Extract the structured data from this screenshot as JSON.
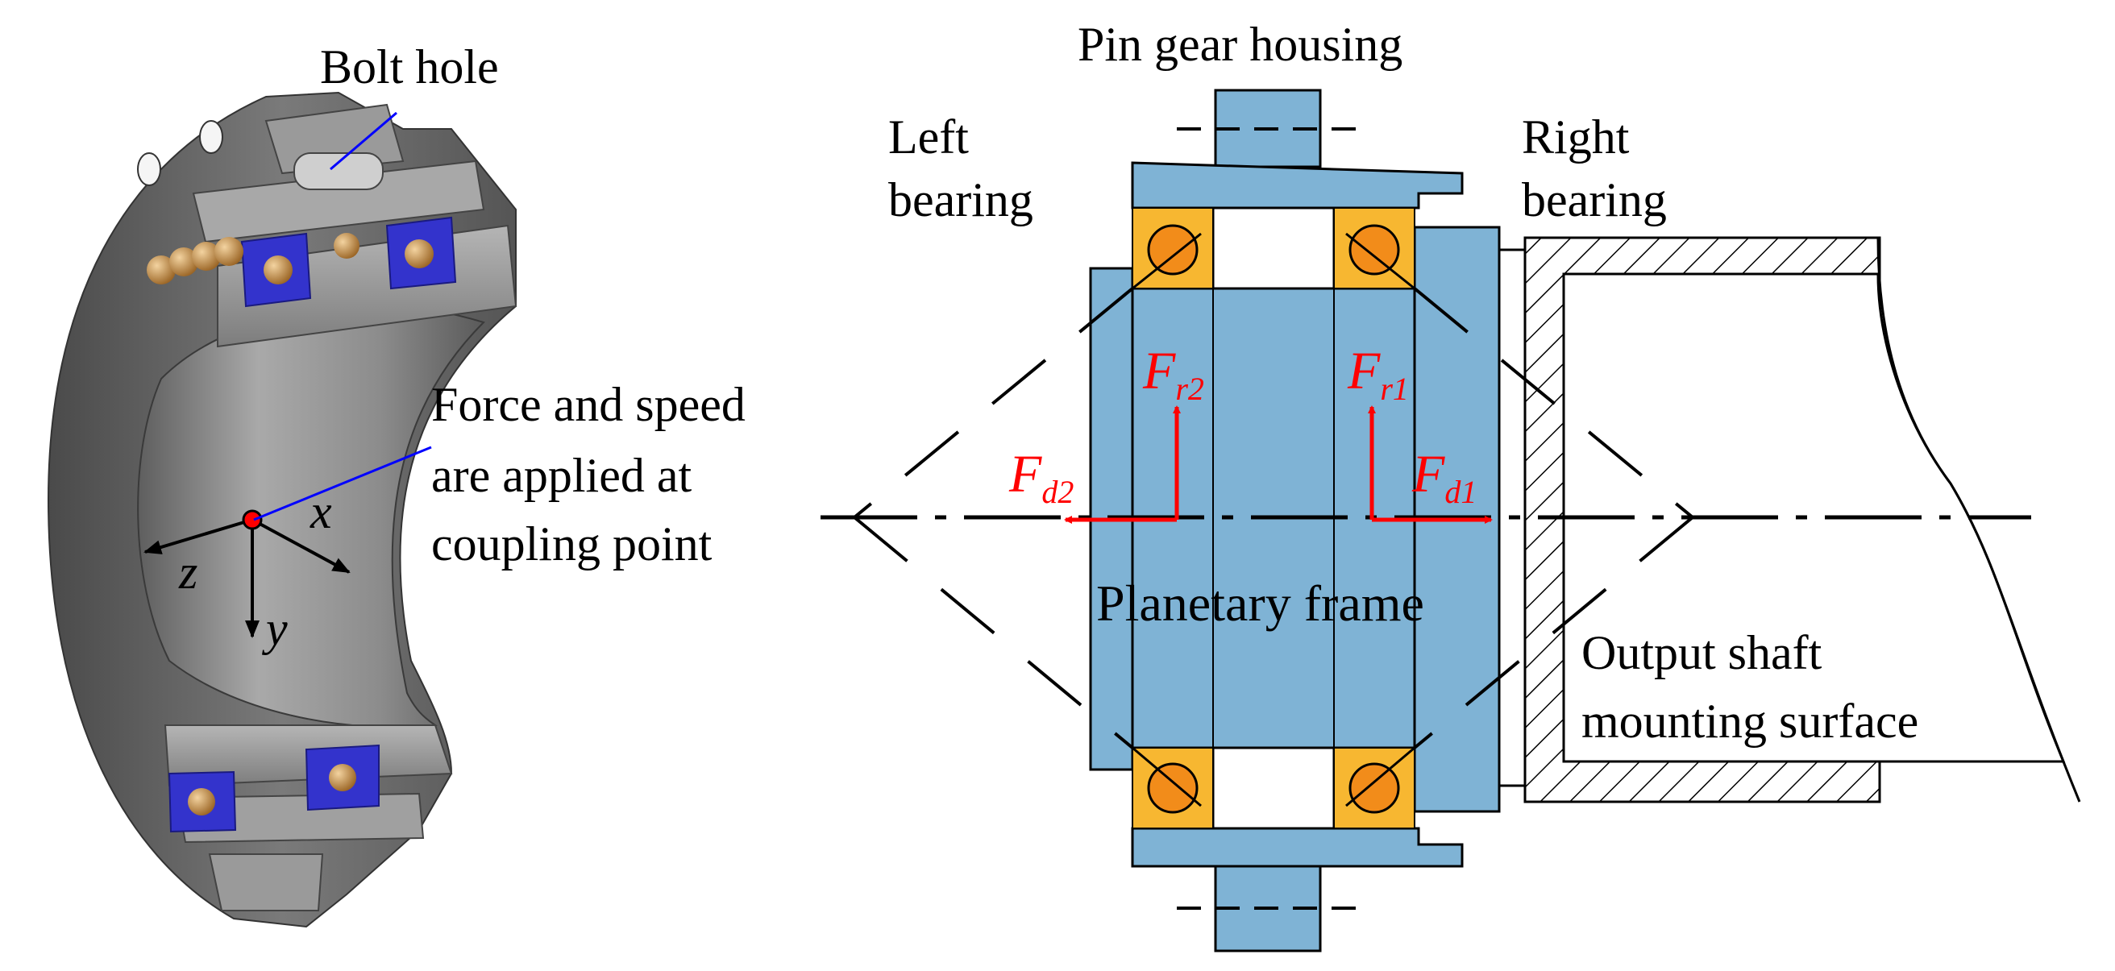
{
  "labels": {
    "bolt_hole": "Bolt hole",
    "force_speed_line1": "Force and speed",
    "force_speed_line2": "are applied at",
    "force_speed_line3": "coupling point",
    "axis_x": "x",
    "axis_y": "y",
    "axis_z": "z",
    "pin_gear_housing": "Pin gear housing",
    "left_bearing_line1": "Left",
    "left_bearing_line2": "bearing",
    "right_bearing_line1": "Right",
    "right_bearing_line2": "bearing",
    "planetary_frame": "Planetary frame",
    "output_shaft_line1": "Output shaft",
    "output_shaft_line2": "mounting surface",
    "force_letter": "F",
    "fr2_sub": "r2",
    "fr1_sub": "r1",
    "fd2_sub": "d2",
    "fd1_sub": "d1"
  },
  "colors": {
    "housing_blue": "#7fb3d5",
    "bearing_orange": "#f28c1a",
    "bearing_yellow": "#f7b731",
    "force_red": "#ff0000",
    "leader_blue": "#0000ff",
    "cad_gray": "#8a8a8a",
    "cad_blue": "#3333cc",
    "cad_ball": "#c8883a"
  }
}
